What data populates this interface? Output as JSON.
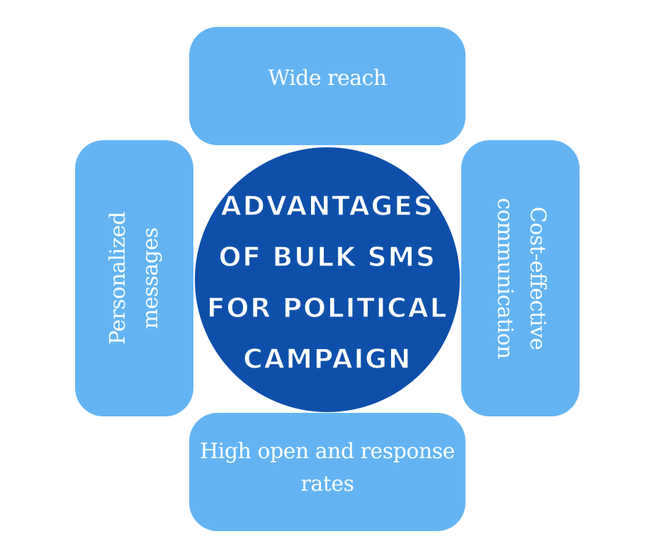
{
  "center": {
    "lines": [
      "ADVANTAGES",
      "OF BULK SMS",
      "FOR POLITICAL",
      "CAMPAIGN"
    ]
  },
  "boxes": {
    "top": {
      "lines": [
        "Wide reach"
      ]
    },
    "right": {
      "lines": [
        "Cost-effective",
        "communication"
      ]
    },
    "bottom": {
      "lines": [
        "High open and response",
        "rates"
      ]
    },
    "left": {
      "lines": [
        "Personalized",
        "messages"
      ]
    }
  },
  "colors": {
    "box_fill": "#64b4f4",
    "circle_fill": "#0d4faa",
    "text": "#ffffff",
    "background": "#ffffff"
  }
}
